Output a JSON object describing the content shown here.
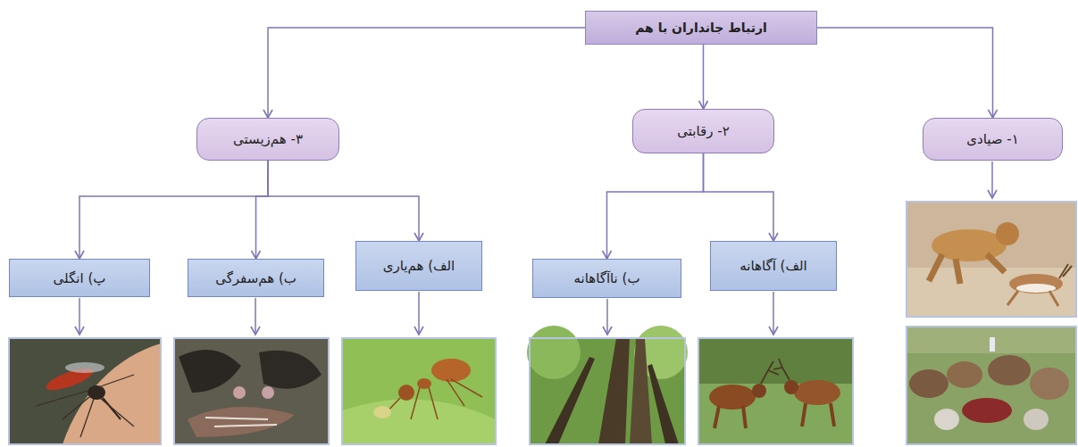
{
  "diagram": {
    "nodes": [
      {
        "text": [
          "ارتباط جانداران با هم"
        ]
      },
      {
        "text": [
          "۱- صیادی"
        ]
      },
      {
        "text": [
          "۲- رقابتی"
        ]
      },
      {
        "text": [
          "۳- هم‌زیستی"
        ]
      },
      {
        "text": [
          "الف) آگاهانه"
        ]
      },
      {
        "text": [
          "ب) ناآگاهانه"
        ]
      },
      {
        "text": [
          "الف) هم‌یاری"
        ]
      },
      {
        "text": [
          "ب) هم‌سفرگی"
        ]
      },
      {
        "text": [
          "پ) انگلی"
        ]
      }
    ],
    "edges": [
      {
        "from": 0,
        "to": 1,
        "arrow": "to"
      },
      {
        "from": 0,
        "to": 2,
        "arrow": "to"
      },
      {
        "from": 0,
        "to": 3,
        "arrow": "to"
      },
      {
        "from": 2,
        "to": 4,
        "arrow": "to"
      },
      {
        "from": 2,
        "to": 5,
        "arrow": "to"
      },
      {
        "from": 3,
        "to": 6,
        "arrow": "to"
      },
      {
        "from": 3,
        "to": 7,
        "arrow": "to"
      },
      {
        "from": 3,
        "to": 8,
        "arrow": "to"
      }
    ]
  }
}
